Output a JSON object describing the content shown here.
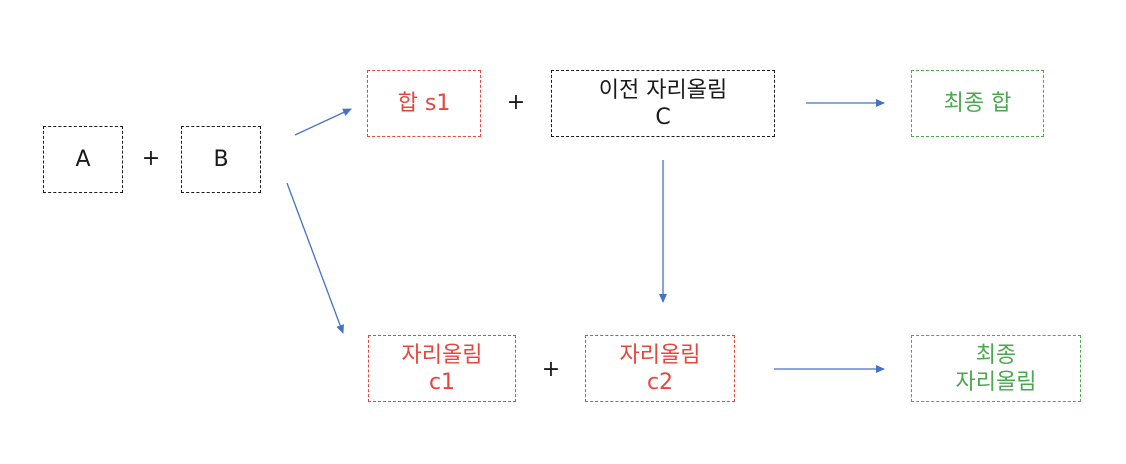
{
  "nodes": {
    "a": {
      "lines": [
        "A"
      ]
    },
    "b": {
      "lines": [
        "B"
      ]
    },
    "s1": {
      "lines": [
        "합 s1"
      ]
    },
    "c": {
      "lines": [
        "이전 자리올림",
        "C"
      ]
    },
    "final_sum": {
      "lines": [
        "최종 합"
      ]
    },
    "c1": {
      "lines": [
        "자리올림",
        "c1"
      ]
    },
    "c2": {
      "lines": [
        "자리올림",
        "c2"
      ]
    },
    "final_carry": {
      "lines": [
        "최종",
        "자리올림"
      ]
    }
  },
  "operators": {
    "plus_ab": "+",
    "plus_s1_c": "+",
    "plus_c1_c2": "+"
  },
  "colors": {
    "input": "#1a1a1a",
    "intermediate": "#e8453c",
    "output": "#4aa84e",
    "arrow": "#4472c4"
  },
  "edges": [
    {
      "from": "a+b",
      "to": "s1"
    },
    {
      "from": "a+b",
      "to": "c1"
    },
    {
      "from": "c",
      "to": "c2"
    },
    {
      "from": "s1+c",
      "to": "final_sum"
    },
    {
      "from": "c1+c2",
      "to": "final_carry"
    }
  ]
}
